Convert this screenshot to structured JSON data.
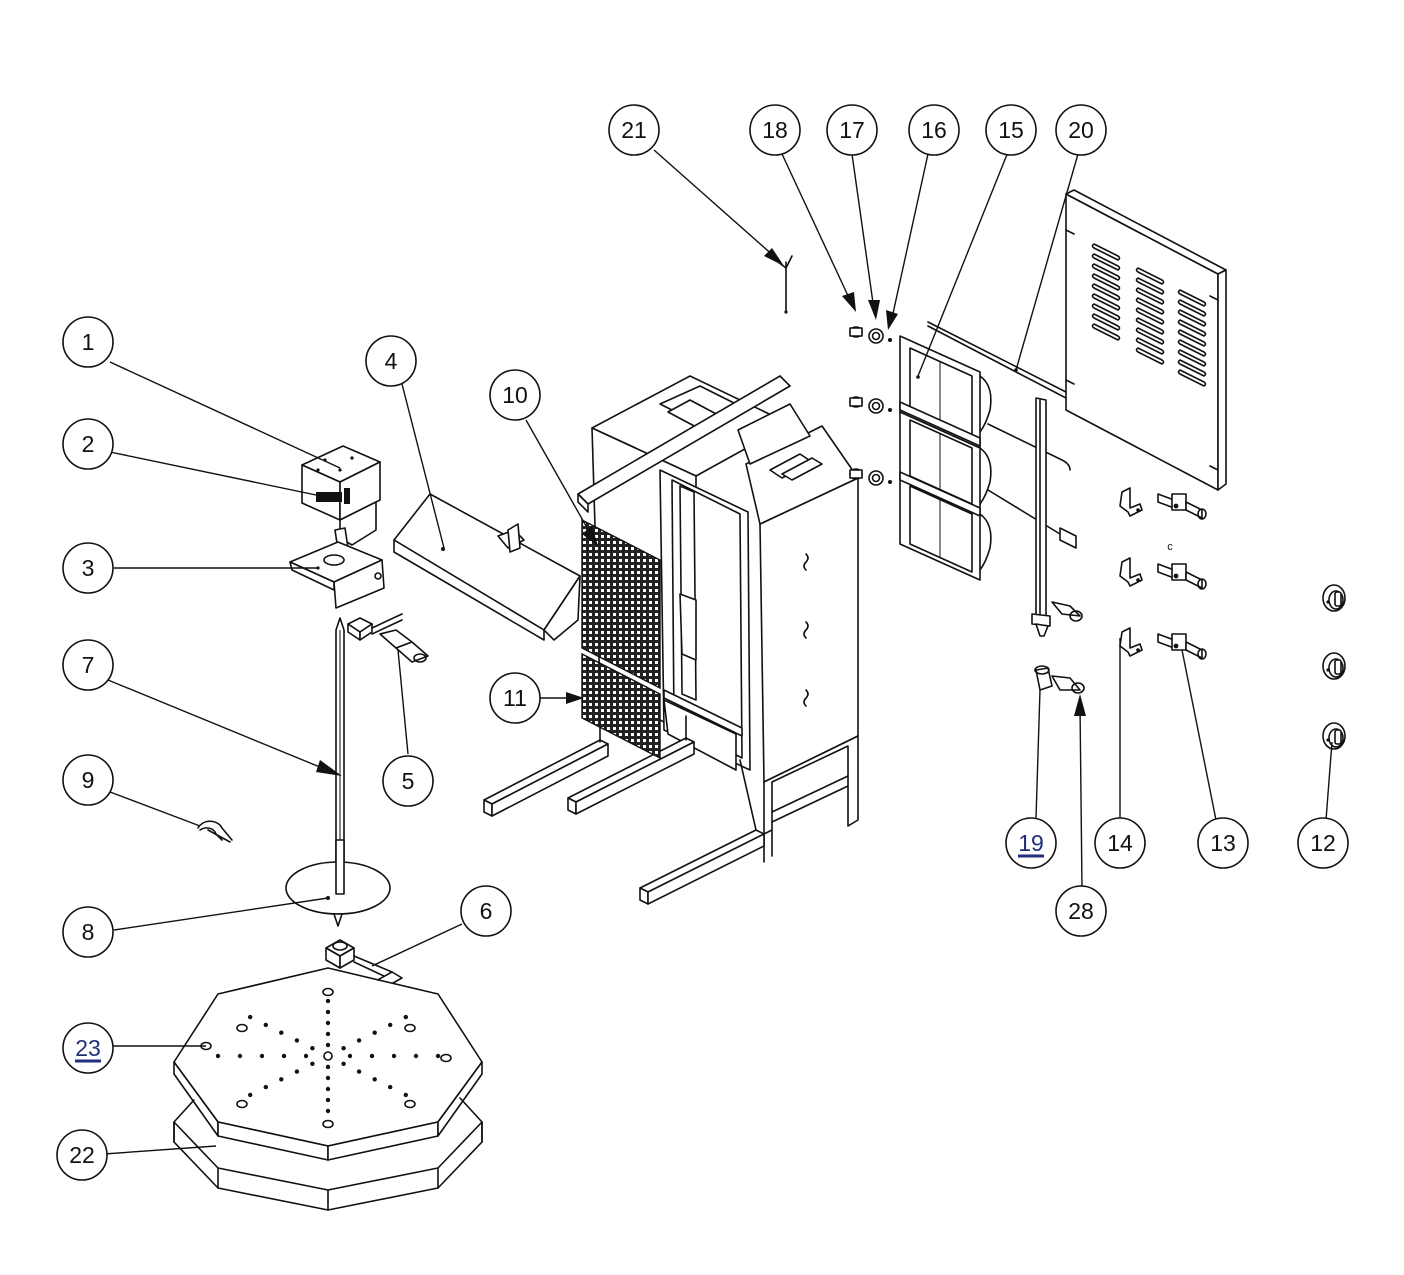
{
  "diagram": {
    "callouts": [
      {
        "id": "c1",
        "label": "1",
        "link": false
      },
      {
        "id": "c2",
        "label": "2",
        "link": false
      },
      {
        "id": "c3",
        "label": "3",
        "link": false
      },
      {
        "id": "c4",
        "label": "4",
        "link": false
      },
      {
        "id": "c5",
        "label": "5",
        "link": false
      },
      {
        "id": "c6",
        "label": "6",
        "link": false
      },
      {
        "id": "c7",
        "label": "7",
        "link": false
      },
      {
        "id": "c8",
        "label": "8",
        "link": false
      },
      {
        "id": "c9",
        "label": "9",
        "link": false
      },
      {
        "id": "c10",
        "label": "10",
        "link": false
      },
      {
        "id": "c11",
        "label": "11",
        "link": false
      },
      {
        "id": "c12",
        "label": "12",
        "link": false
      },
      {
        "id": "c13",
        "label": "13",
        "link": false
      },
      {
        "id": "c14",
        "label": "14",
        "link": false
      },
      {
        "id": "c15",
        "label": "15",
        "link": false
      },
      {
        "id": "c16",
        "label": "16",
        "link": false
      },
      {
        "id": "c17",
        "label": "17",
        "link": false
      },
      {
        "id": "c18",
        "label": "18",
        "link": false
      },
      {
        "id": "c19",
        "label": "19",
        "link": true
      },
      {
        "id": "c20",
        "label": "20",
        "link": false
      },
      {
        "id": "c21",
        "label": "21",
        "link": false
      },
      {
        "id": "c22",
        "label": "22",
        "link": false
      },
      {
        "id": "c23",
        "label": "23",
        "link": true
      },
      {
        "id": "c28",
        "label": "28",
        "link": false
      }
    ],
    "small_mark": "c"
  }
}
